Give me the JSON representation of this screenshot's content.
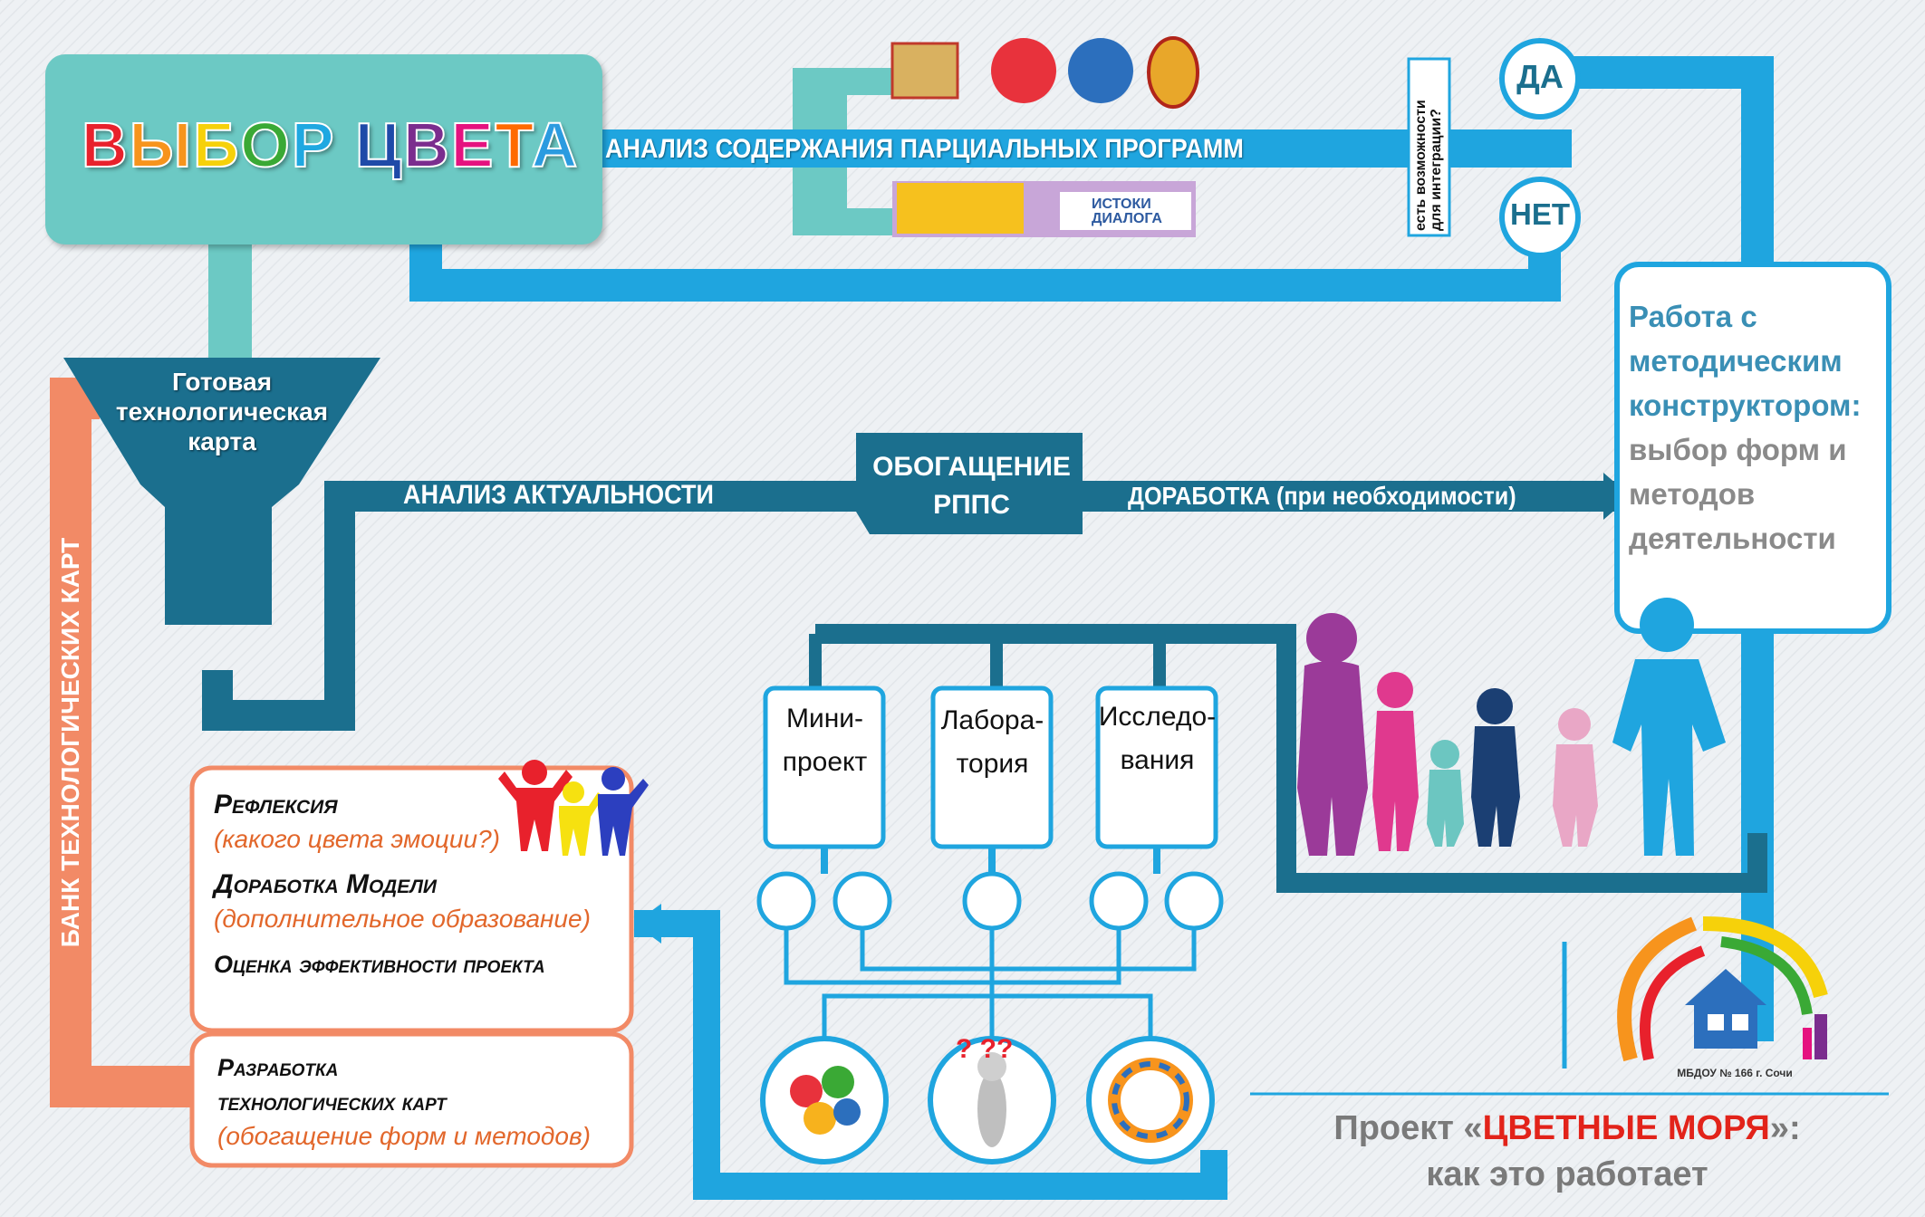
{
  "title": {
    "text": "ВЫБОР ЦВЕТА",
    "letters": [
      {
        "ch": "В",
        "color": "#e8212c"
      },
      {
        "ch": "Ы",
        "color": "#f7941d"
      },
      {
        "ch": "Б",
        "color": "#f6d10a"
      },
      {
        "ch": "О",
        "color": "#3aa935"
      },
      {
        "ch": "Р",
        "color": "#1fa8e1"
      },
      {
        "ch": " ",
        "color": "#ffffff"
      },
      {
        "ch": "Ц",
        "color": "#1f4aa8"
      },
      {
        "ch": "В",
        "color": "#7b2d8e"
      },
      {
        "ch": "Е",
        "color": "#e5127f"
      },
      {
        "ch": "Т",
        "color": "#ff6a00"
      },
      {
        "ch": "А",
        "color": "#2b9be0"
      }
    ]
  },
  "flow": {
    "top_label": "АНАЛИЗ СОДЕРЖАНИЯ ПАРЦИАЛЬНЫХ ПРОГРАММ",
    "integration_line1": "есть возможности",
    "integration_line2": "для интеграции?",
    "yes": "ДА",
    "no": "НЕТ",
    "program_tag": "ИСТОКИ ДИАЛОГА",
    "funnel": "Готовая технологическая карта",
    "relevance": "АНАЛИЗ АКТУАЛЬНОСТИ",
    "enrich_line1": "ОБОГАЩЕНИЕ",
    "enrich_line2": "РППС",
    "refine": "ДОРАБОТКА (при необходимости)",
    "bank": "БАНК ТЕХНОЛОГИЧЕСКИХ КАРТ"
  },
  "method_box": {
    "line1": "Работа с",
    "line2": "методическим",
    "line3": "конструктором:",
    "line4": "выбор форм и",
    "line5": "методов",
    "line6": "деятельности"
  },
  "activities": {
    "mini_1": "Мини-",
    "mini_2": "проект",
    "lab_1": "Лабора-",
    "lab_2": "тория",
    "research_1": "Исследо-",
    "research_2": "вания"
  },
  "results_card": {
    "reflection": "Рефлексия",
    "reflection_sub": "(какого цвета эмоции?)",
    "model": "Доработка Модели",
    "model_sub": "(дополнительное образование)",
    "evaluation": "Оценка эффективности проекта"
  },
  "dev_card": {
    "line1": "Разработка",
    "line2": "технологических карт",
    "sub": "(обогащение форм и методов)"
  },
  "footer": {
    "prefix": "Проект «",
    "highlight": "ЦВЕТНЫЕ МОРЯ",
    "suffix": "»:",
    "line2": "как это работает",
    "logo_caption": "МБДОУ № 166 г. Сочи"
  },
  "colors": {
    "pipe": "#1fa5df",
    "pipe_dark": "#1b6f8e",
    "teal": "#6cc9c4",
    "teal_dark": "#25788a",
    "orange": "#f28a66",
    "highlight": "#e2231a",
    "text_gray": "#8a8a8a"
  }
}
